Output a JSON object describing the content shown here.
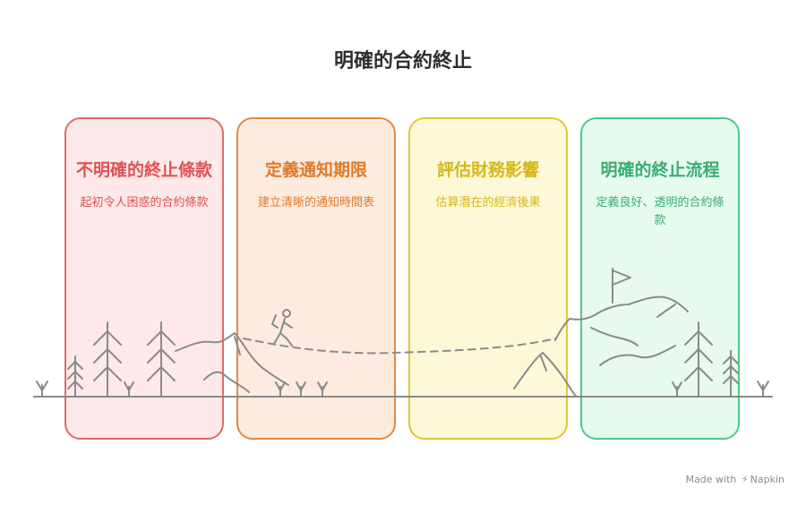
{
  "title": "明確的合約終止",
  "cards": [
    {
      "heading": "不明確的終止條款",
      "body": "起初令人困惑的合約條款",
      "fill": "#fde9e9",
      "border": "#e06a6a",
      "text": "#e05252"
    },
    {
      "heading": "定義通知期限",
      "body": "建立清晰的通知時間表",
      "fill": "#fdebe0",
      "border": "#e08a40",
      "text": "#e07a2a"
    },
    {
      "heading": "評估財務影響",
      "body": "估算潛在的經濟後果",
      "fill": "#fdf8d8",
      "border": "#e0c830",
      "text": "#d4b81a"
    },
    {
      "heading": "明確的終止流程",
      "body": "定義良好、透明的合約條款",
      "fill": "#e6faee",
      "border": "#4cc98a",
      "text": "#3aad72"
    }
  ],
  "footer": {
    "made_with": "Made with",
    "brand": "Napkin"
  }
}
